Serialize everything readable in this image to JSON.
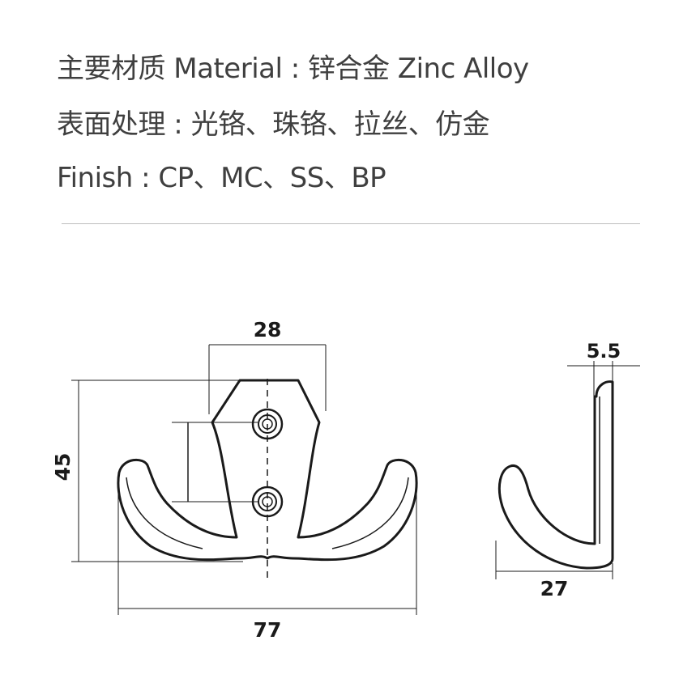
{
  "specs": {
    "material": "主要材质 Material : 锌合金 Zinc Alloy",
    "finish_cn": "表面处理 : 光铬、珠铬、拉丝、仿金",
    "finish_en": "Finish : CP、MC、SS、BP"
  },
  "dimensions": {
    "hole_spacing": "28",
    "height": "45",
    "width": "77",
    "thickness": "5.5",
    "depth": "27"
  },
  "colors": {
    "text": "#3f3f3f",
    "line": "#1a1a1a",
    "divider": "#bdbdbd"
  }
}
